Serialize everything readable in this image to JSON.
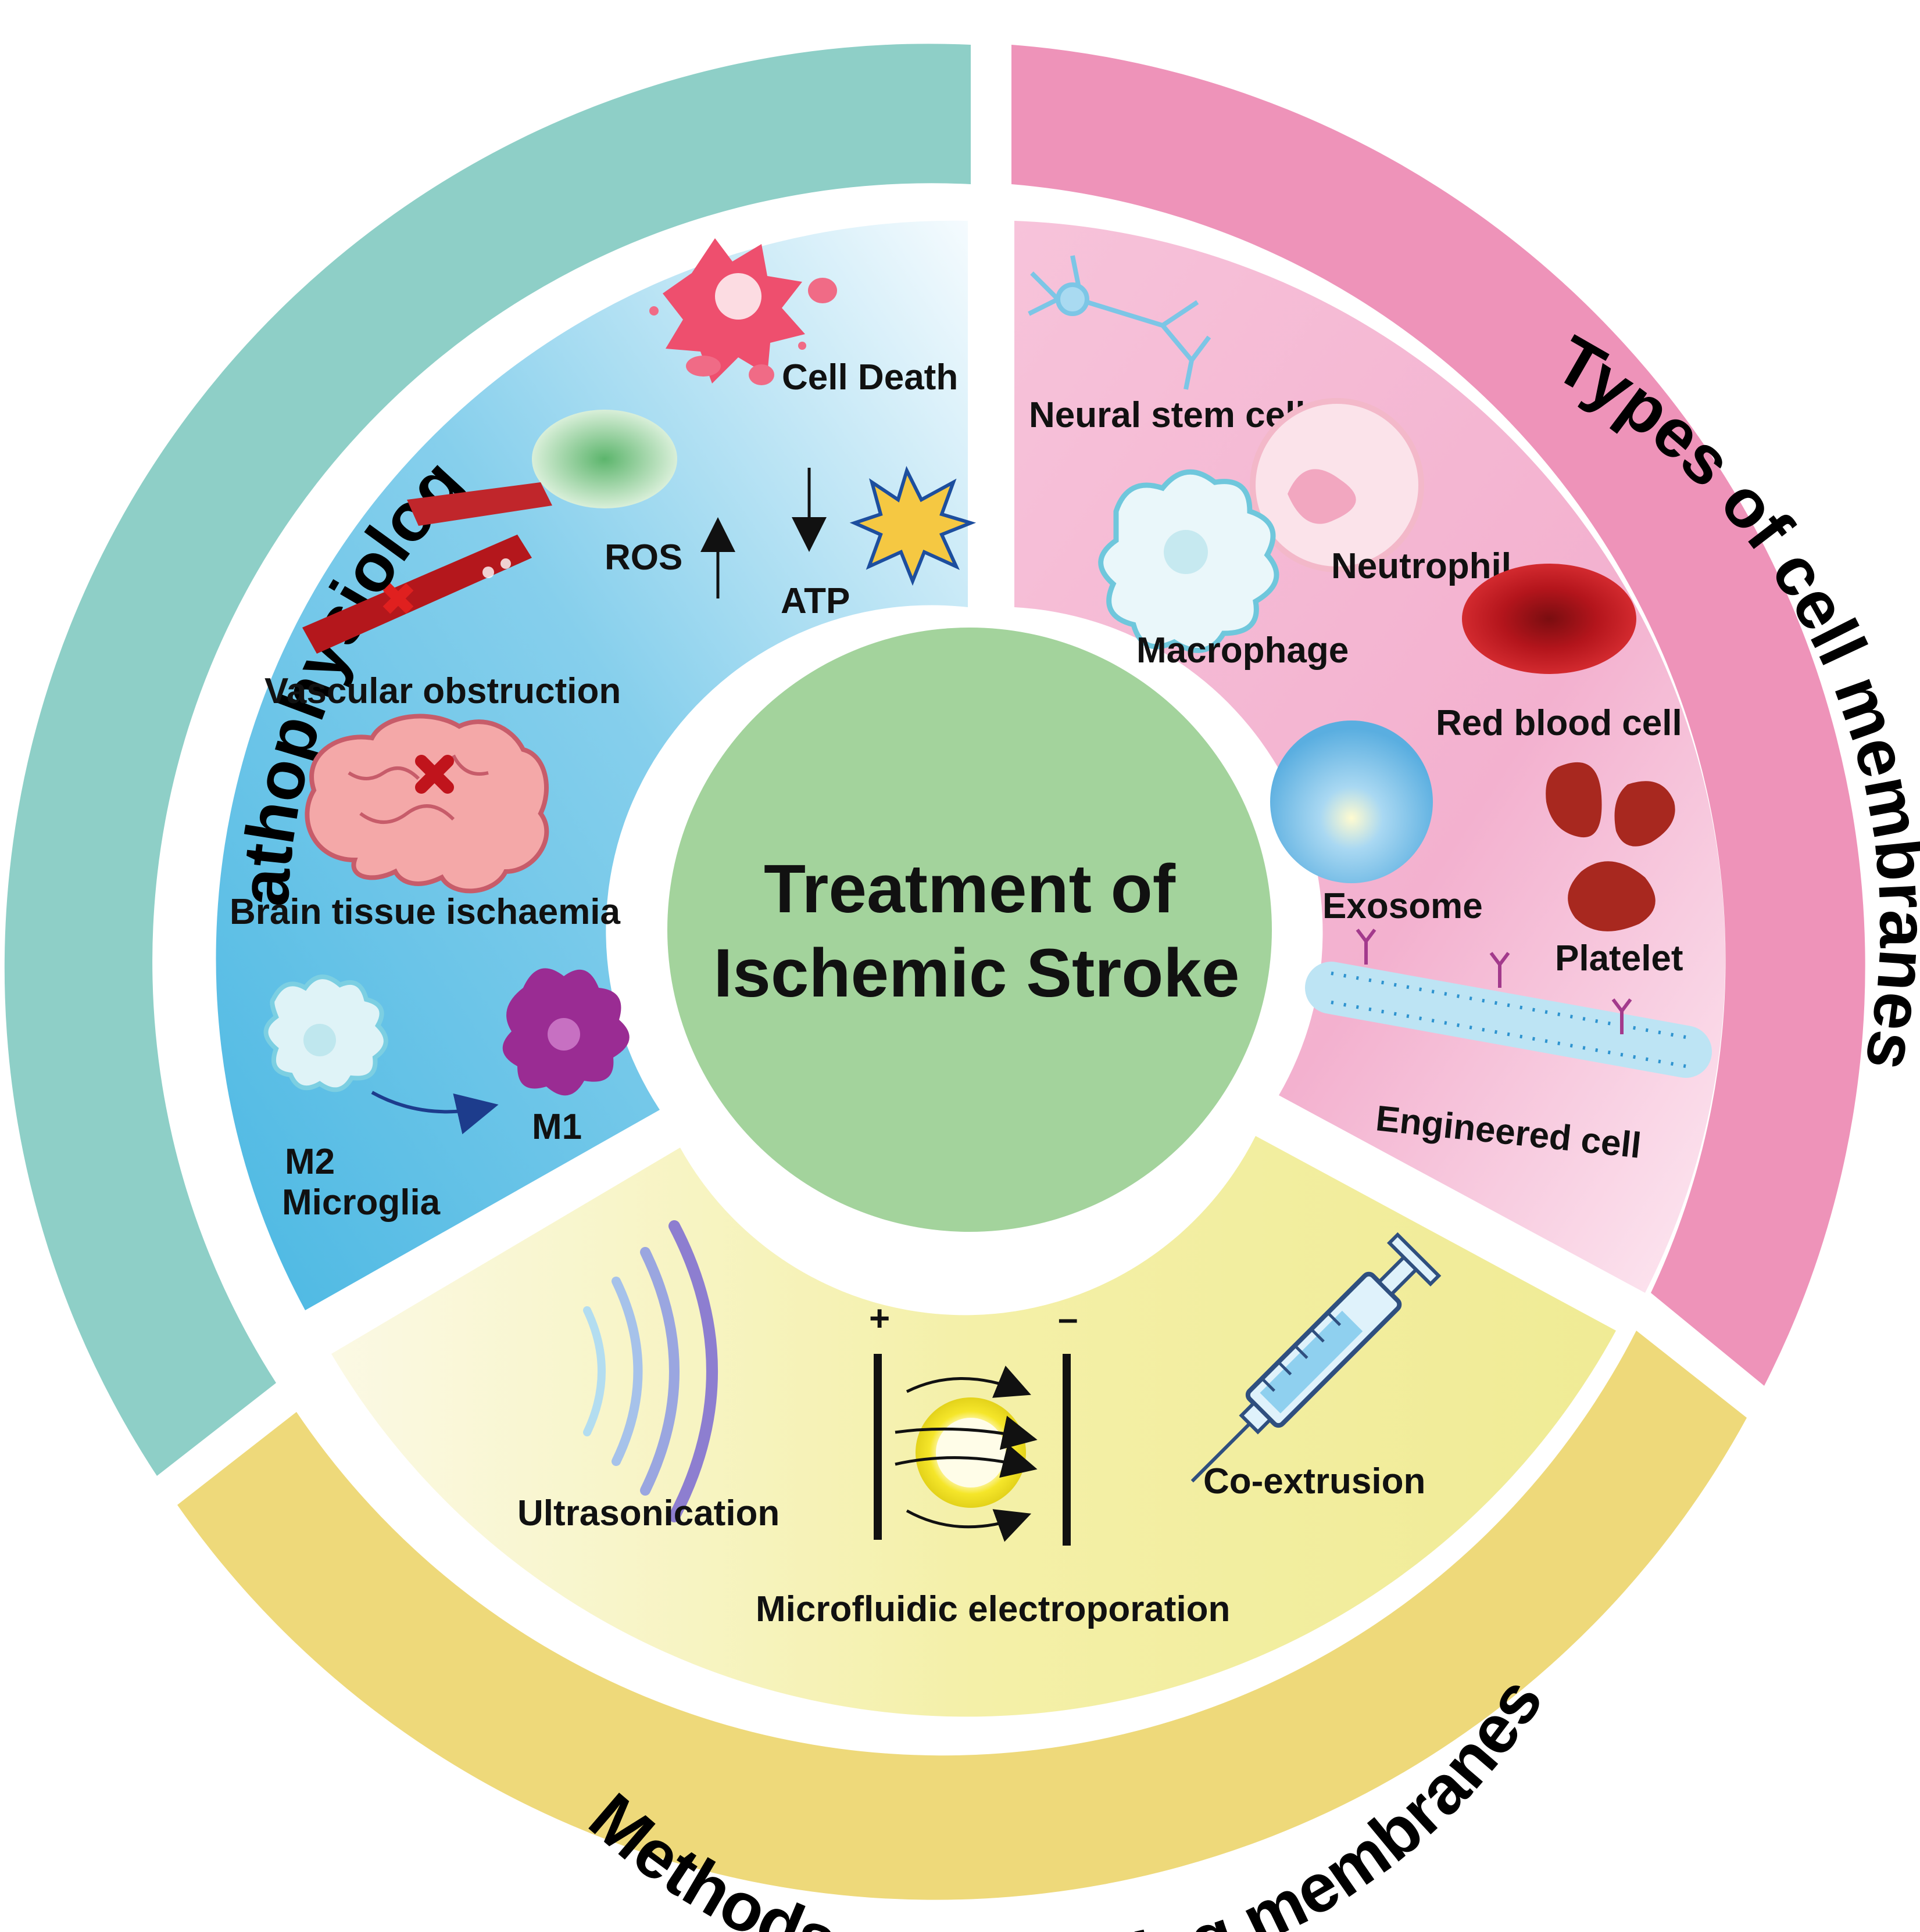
{
  "center": {
    "line1": "Treatment of",
    "line2": "Ischemic Stroke"
  },
  "ring": {
    "pathophysiology": "Pathophysiology",
    "types": "Types of cell membranes",
    "methods": "Methods of Acquiring membranes"
  },
  "patho": {
    "cell_death": "Cell Death",
    "ros": "ROS",
    "atp": "ATP",
    "vascular": "Vascular obstruction",
    "brain": "Brain tissue ischaemia",
    "m1": "M1",
    "m2": "M2",
    "microglia": "Microglia"
  },
  "types": {
    "neural": "Neural stem cell",
    "neutrophil": "Neutrophil",
    "macrophage": "Macrophage",
    "rbc": "Red blood cell",
    "exosome": "Exosome",
    "platelet": "Platelet",
    "engineered": "Engineered cell"
  },
  "methods": {
    "ultrasonication": "Ultrasonication",
    "coextrusion": "Co-extrusion",
    "electroporation": "Microfluidic electroporation",
    "plus": "+",
    "minus": "–"
  },
  "colors": {
    "teal": "#8ecfc7",
    "pink": "#ee93b9",
    "yellow": "#eed97a",
    "center": "#a3d39c",
    "blue": "#5fc0e4",
    "lightpink": "#f4b8d2",
    "lightyellow": "#f2ee9e"
  }
}
